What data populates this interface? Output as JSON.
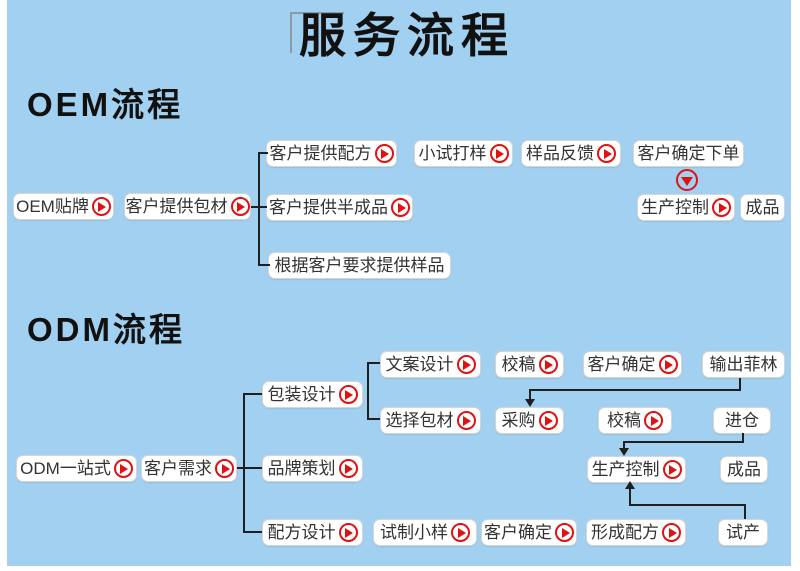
{
  "title": "服务流程",
  "colors": {
    "background": "#a1d0f1",
    "box_bg": "#ffffff",
    "box_border": "#d6d6d6",
    "arrow_red": "#e01111",
    "line_black": "#1f1f1f",
    "text": "#333333"
  },
  "sections": [
    {
      "heading": "OEM流程",
      "nodes": [
        {
          "label": "OEM贴牌",
          "arrow": true
        },
        {
          "label": "客户提供包材",
          "arrow": true
        },
        {
          "label": "客户提供配方",
          "arrow": true
        },
        {
          "label": "小试打样",
          "arrow": true
        },
        {
          "label": "样品反馈",
          "arrow": true
        },
        {
          "label": "客户确定下单",
          "arrow": false
        },
        {
          "label": "生产控制",
          "arrow": true
        },
        {
          "label": "成品",
          "arrow": false
        },
        {
          "label": "客户提供半成品",
          "arrow": true
        },
        {
          "label": "根据客户要求提供样品",
          "arrow": false
        }
      ]
    },
    {
      "heading": "ODM流程",
      "nodes": [
        {
          "label": "ODM一站式",
          "arrow": true
        },
        {
          "label": "客户需求",
          "arrow": true
        },
        {
          "label": "包装设计",
          "arrow": true
        },
        {
          "label": "品牌策划",
          "arrow": true
        },
        {
          "label": "配方设计",
          "arrow": true
        },
        {
          "label": "文案设计",
          "arrow": true
        },
        {
          "label": "校稿",
          "arrow": true
        },
        {
          "label": "客户确定",
          "arrow": true
        },
        {
          "label": "输出菲林",
          "arrow": false
        },
        {
          "label": "选择包材",
          "arrow": true
        },
        {
          "label": "采购",
          "arrow": true
        },
        {
          "label": "校稿",
          "arrow": true
        },
        {
          "label": "进仓",
          "arrow": false
        },
        {
          "label": "生产控制",
          "arrow": true
        },
        {
          "label": "成品",
          "arrow": false
        },
        {
          "label": "试制小样",
          "arrow": true
        },
        {
          "label": "客户确定",
          "arrow": true
        },
        {
          "label": "形成配方",
          "arrow": true
        },
        {
          "label": "试产",
          "arrow": false
        }
      ]
    }
  ]
}
